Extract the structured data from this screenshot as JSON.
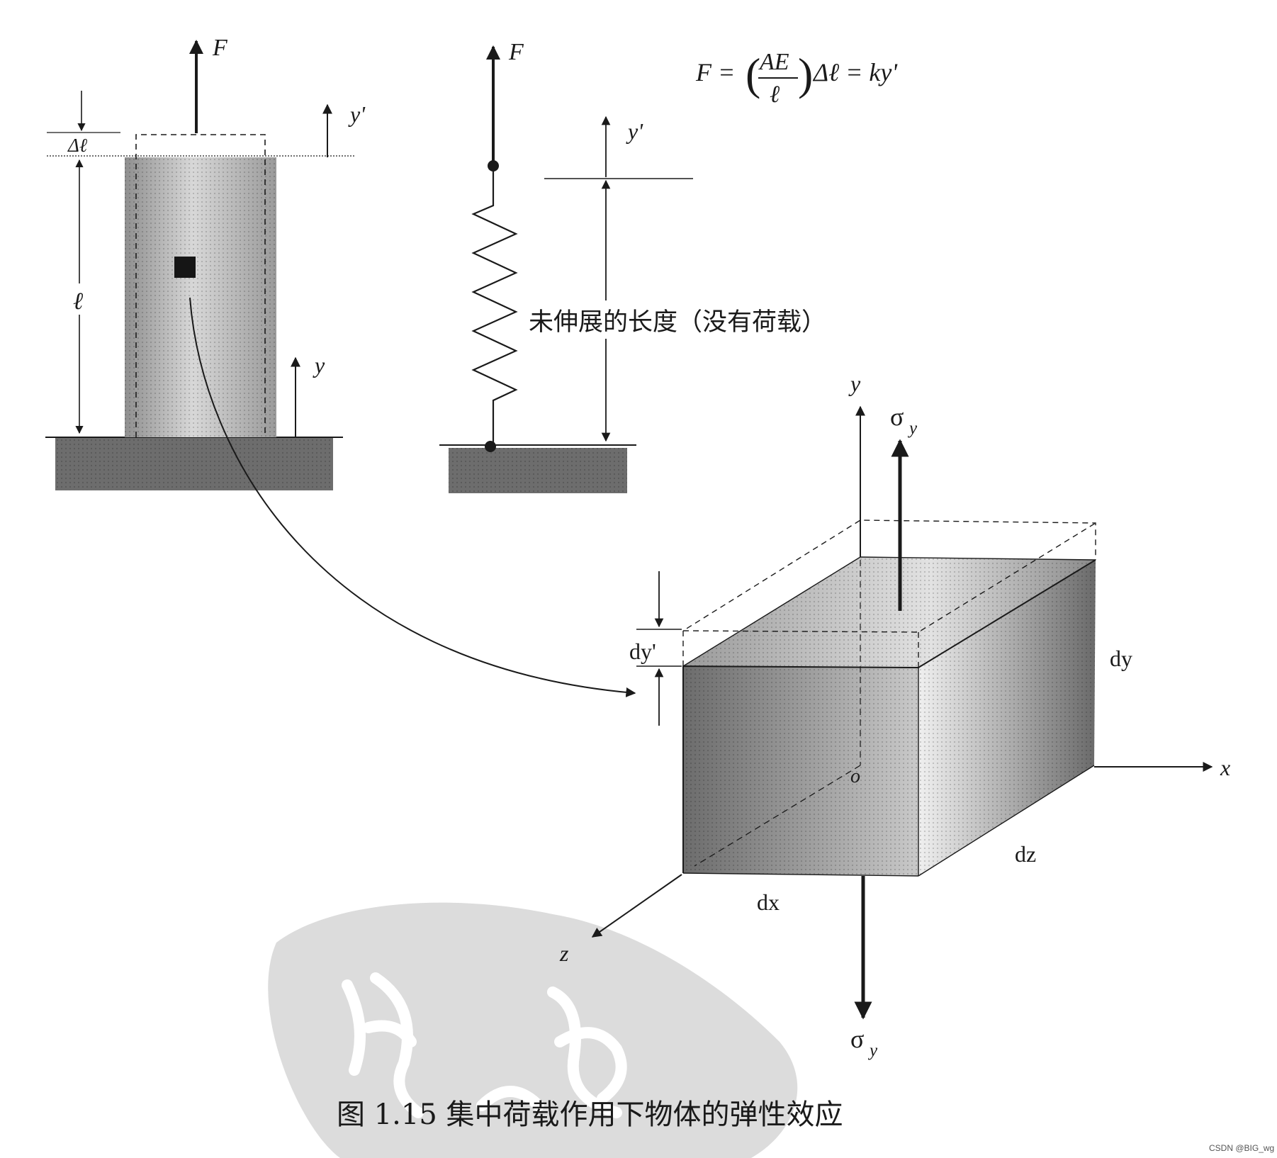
{
  "colors": {
    "ink": "#1a1a1a",
    "ground": "#6d6d6d",
    "watermark": "#dcdcdc"
  },
  "bar": {
    "force_label": "F",
    "delta_label": "Δℓ",
    "length_label": "ℓ",
    "yprime_label": "y'",
    "y_label": "y"
  },
  "spring": {
    "force_label": "F",
    "yprime_label": "y'",
    "unstretched_label": "未伸展的长度（没有荷载）"
  },
  "formula": {
    "lhs": "F = ",
    "numerator": "AE",
    "denominator": "ℓ",
    "rhs": "Δℓ = ky'"
  },
  "element": {
    "y_axis": "y",
    "x_axis": "x",
    "z_axis": "z",
    "origin": "o",
    "sigma_top": "σ",
    "sigma_top_sub": "y",
    "sigma_bottom": "σ",
    "sigma_bottom_sub": "y",
    "dyprime_label": "dy'",
    "dy_label": "dy",
    "dx_label": "dx",
    "dz_label": "dz"
  },
  "caption": {
    "text": "图 1.15   集中荷载作用下物体的弹性效应"
  },
  "credit": "CSDN @BIG_wg"
}
